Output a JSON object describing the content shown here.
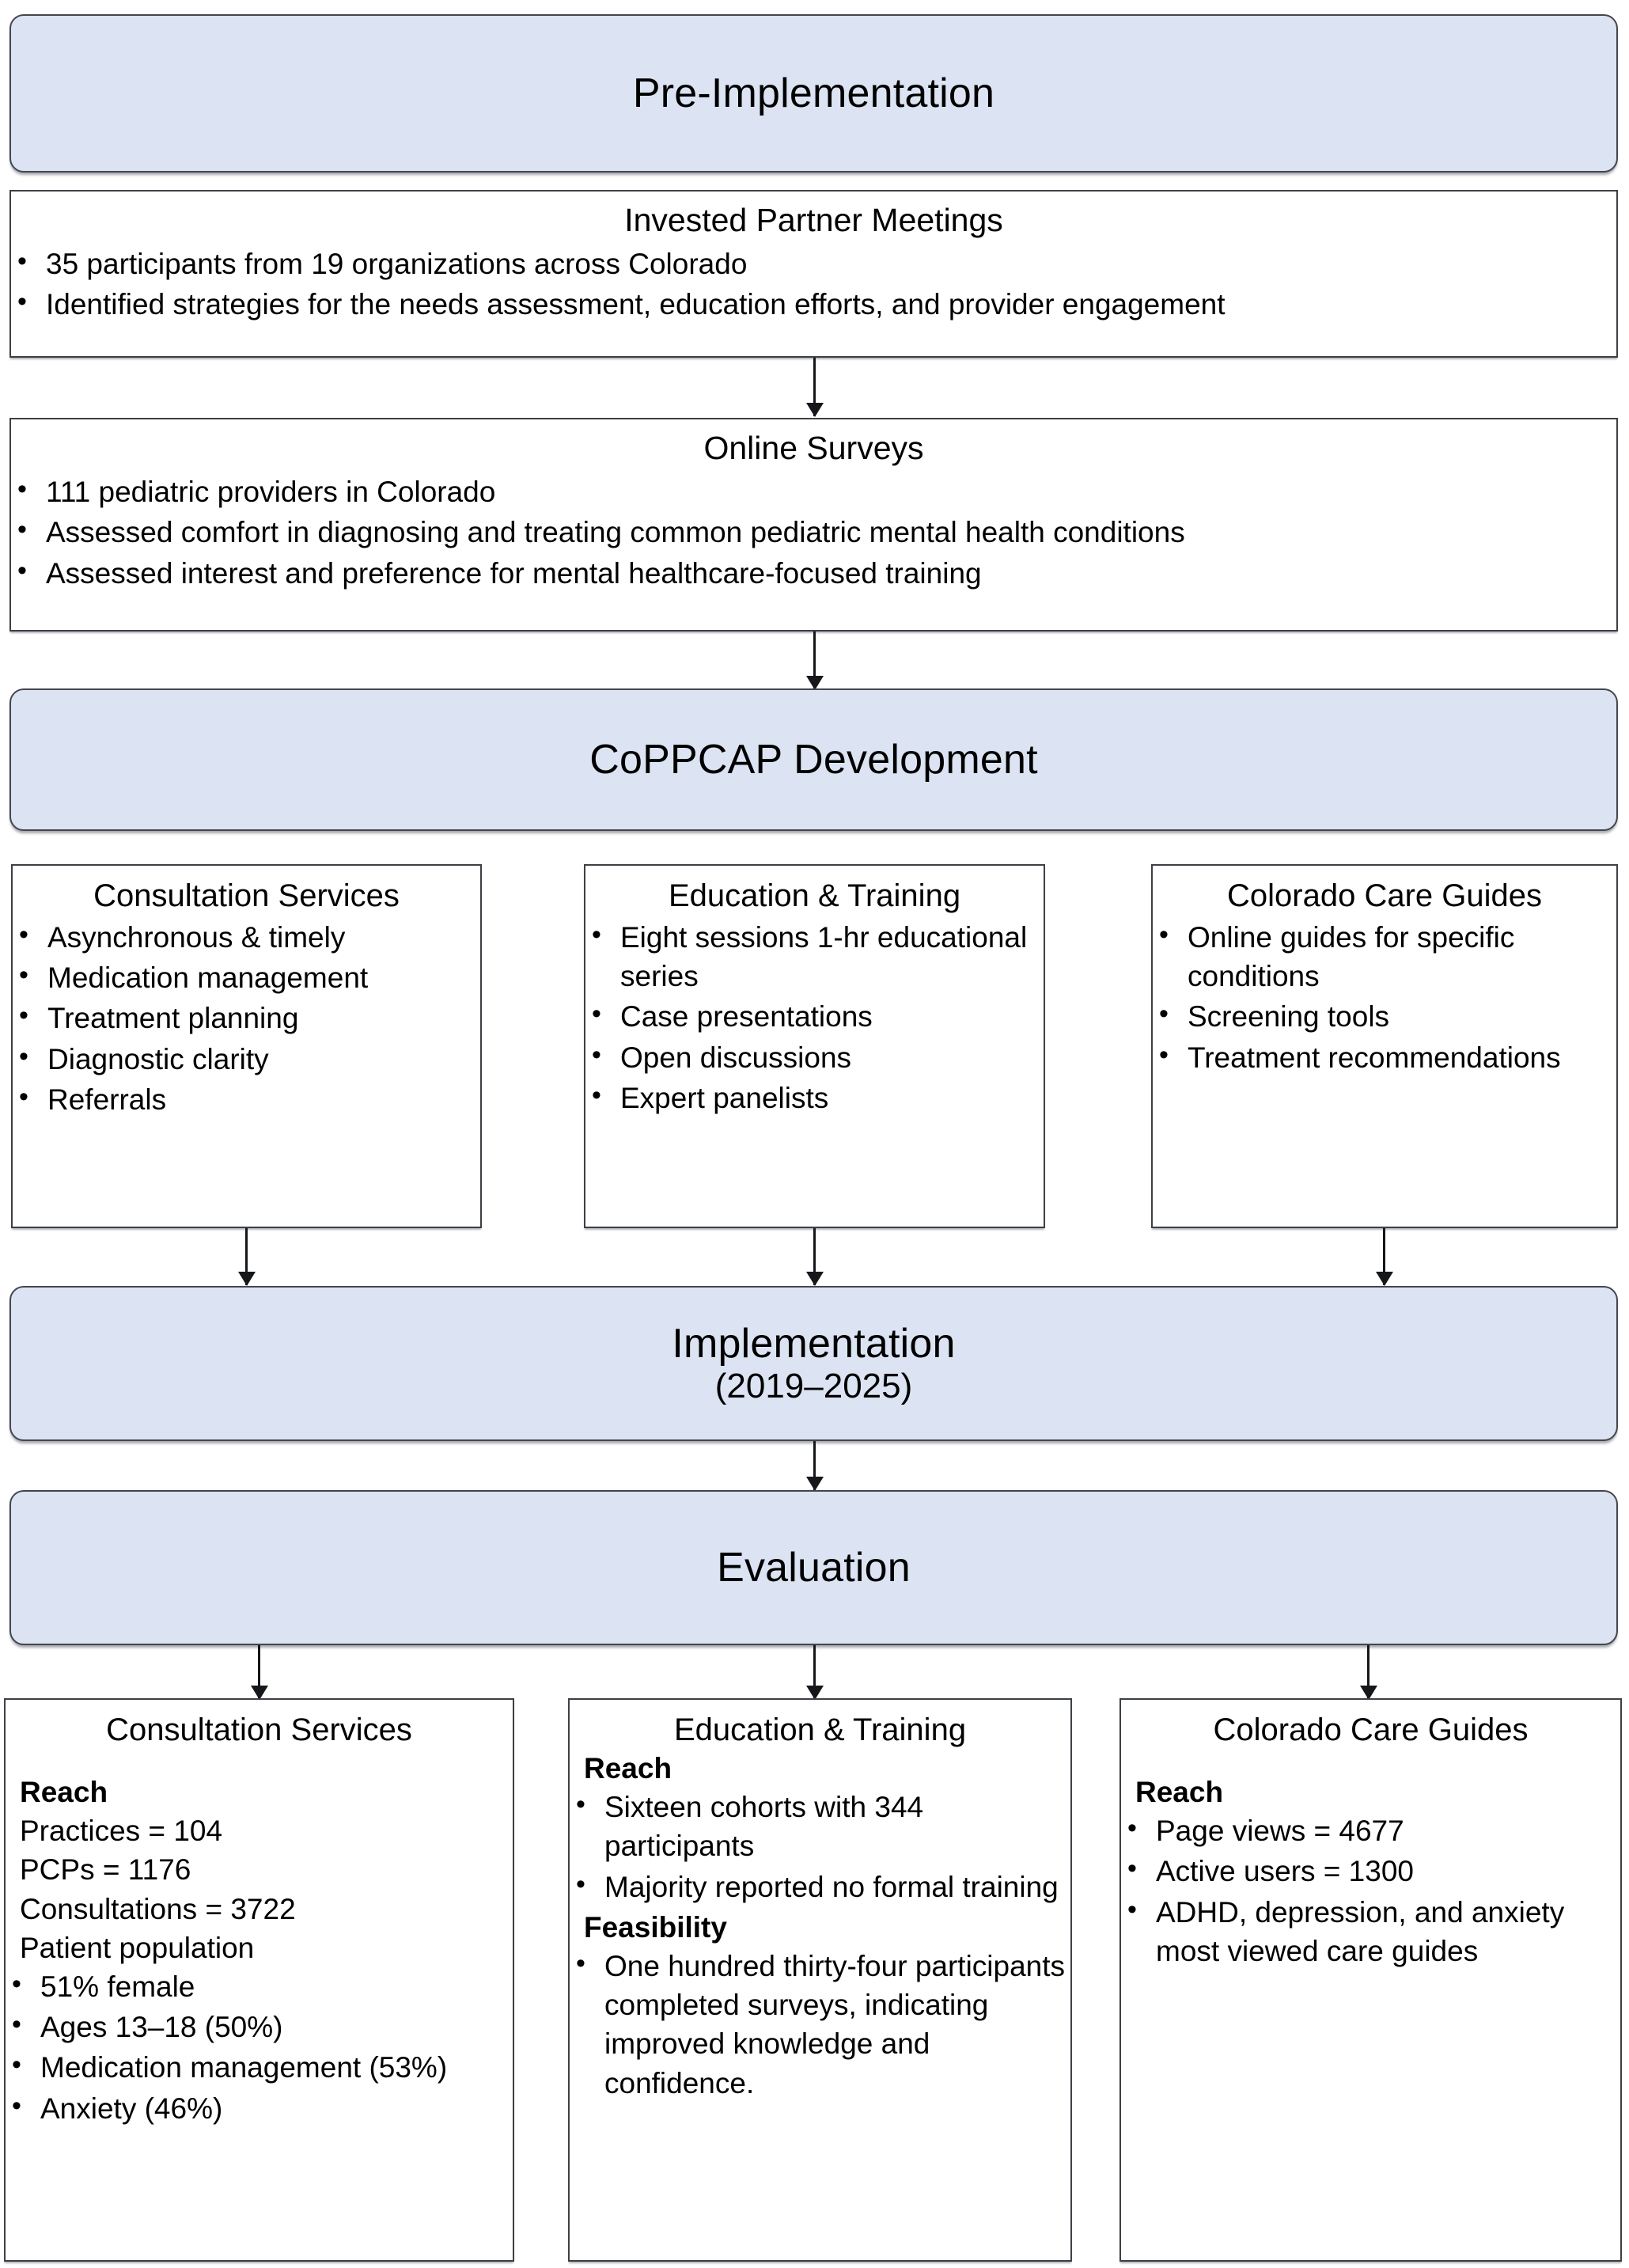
{
  "diagram": {
    "title": "CoPPCAP program flow: pre-implementation, development, implementation and evaluation"
  },
  "stages": {
    "pre_implementation": {
      "label": "Pre-Implementation"
    },
    "coppcap_development": {
      "label": "CoPPCAP Development"
    },
    "implementation": {
      "label": "Implementation",
      "period": "(2019–2025)"
    },
    "evaluation": {
      "label": "Evaluation"
    }
  },
  "pre_implementation_boxes": [
    {
      "title": "Invested Partner Meetings",
      "bullets": [
        "35 participants from 19 organizations across Colorado",
        "Identified strategies for the needs assessment, education efforts, and provider engagement"
      ]
    },
    {
      "title": "Online Surveys",
      "bullets": [
        "111 pediatric providers in Colorado",
        "Assessed comfort in diagnosing and treating common pediatric mental health conditions",
        "Assessed interest and preference for mental healthcare-focused training"
      ]
    }
  ],
  "development_columns": [
    {
      "title": "Consultation Services",
      "bullets": [
        "Asynchronous & timely",
        "Medication management",
        "Treatment planning",
        "Diagnostic clarity",
        "Referrals"
      ]
    },
    {
      "title": "Education & Training",
      "bullets": [
        "Eight sessions 1-hr educational series",
        "Case presentations",
        "Open discussions",
        "Expert panelists"
      ]
    },
    {
      "title": "Colorado Care Guides",
      "bullets": [
        "Online guides for specific conditions",
        "Screening tools",
        "Treatment recommendations"
      ]
    }
  ],
  "evaluation_columns": [
    {
      "title": "Consultation Services",
      "reach_label": "Reach",
      "lines": [
        "Practices = 104",
        "PCPs = 1176",
        "Consultations = 3722",
        "Patient population"
      ],
      "bullets": [
        "51% female",
        "Ages 13–18 (50%)",
        "Medication management (53%)",
        "Anxiety (46%)"
      ]
    },
    {
      "title": "Education & Training",
      "reach_label": "Reach",
      "reach_bullets": [
        "Sixteen cohorts with 344 participants",
        "Majority reported no formal training"
      ],
      "feasibility_label": "Feasibility",
      "feasibility_bullets": [
        "One hundred thirty-four participants completed surveys, indicating improved knowledge and confidence."
      ]
    },
    {
      "title": "Colorado Care Guides",
      "reach_label": "Reach",
      "bullets": [
        "Page views = 4677",
        "Active users = 1300",
        "ADHD, depression, and anxiety most viewed care guides"
      ]
    }
  ],
  "colors": {
    "stage_fill": "#dce3f2",
    "stage_border": "#43474d",
    "detail_border": "#3c4046",
    "arrow": "#15171a",
    "text": "#000000",
    "background": "#ffffff"
  }
}
